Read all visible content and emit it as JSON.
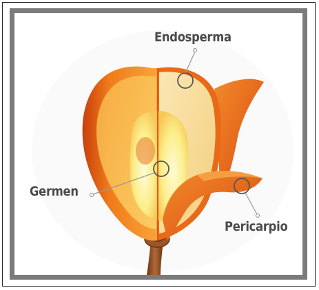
{
  "diagram": {
    "labels": {
      "endosperm": "Endosperma",
      "germ": "Germen",
      "pericarp": "Pericarpio"
    },
    "colors": {
      "frame_border": "#7b7b7b",
      "pericarp_orange": "#e8560f",
      "endosperm_cream": "#f6dd9a",
      "germ_yellow": "#fbe97a",
      "stem_brown": "#8a4a22",
      "callout_line": "#555555"
    }
  }
}
